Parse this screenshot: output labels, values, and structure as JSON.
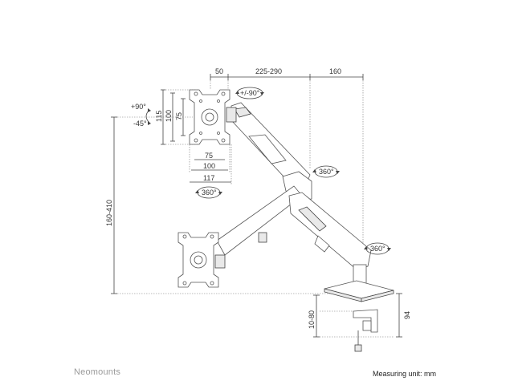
{
  "brand": "Neomounts",
  "unit_note": "Measuring unit: mm",
  "dimensions": {
    "offset_50": "50",
    "reach": "225-290",
    "depth_160": "160",
    "tilt_up": "+90°",
    "tilt_down": "-45°",
    "swivel": "+/-90°",
    "height_range": "160-410",
    "vesa_115": "115",
    "vesa_100_v": "100",
    "vesa_75_v": "75",
    "vesa_75_h": "75",
    "vesa_100_h": "100",
    "vesa_117": "117",
    "rotate_elbow": "360°",
    "rotate_plate": "360°",
    "rotate_pole": "360°",
    "clamp_range": "10-80",
    "clamp_height": "94"
  }
}
